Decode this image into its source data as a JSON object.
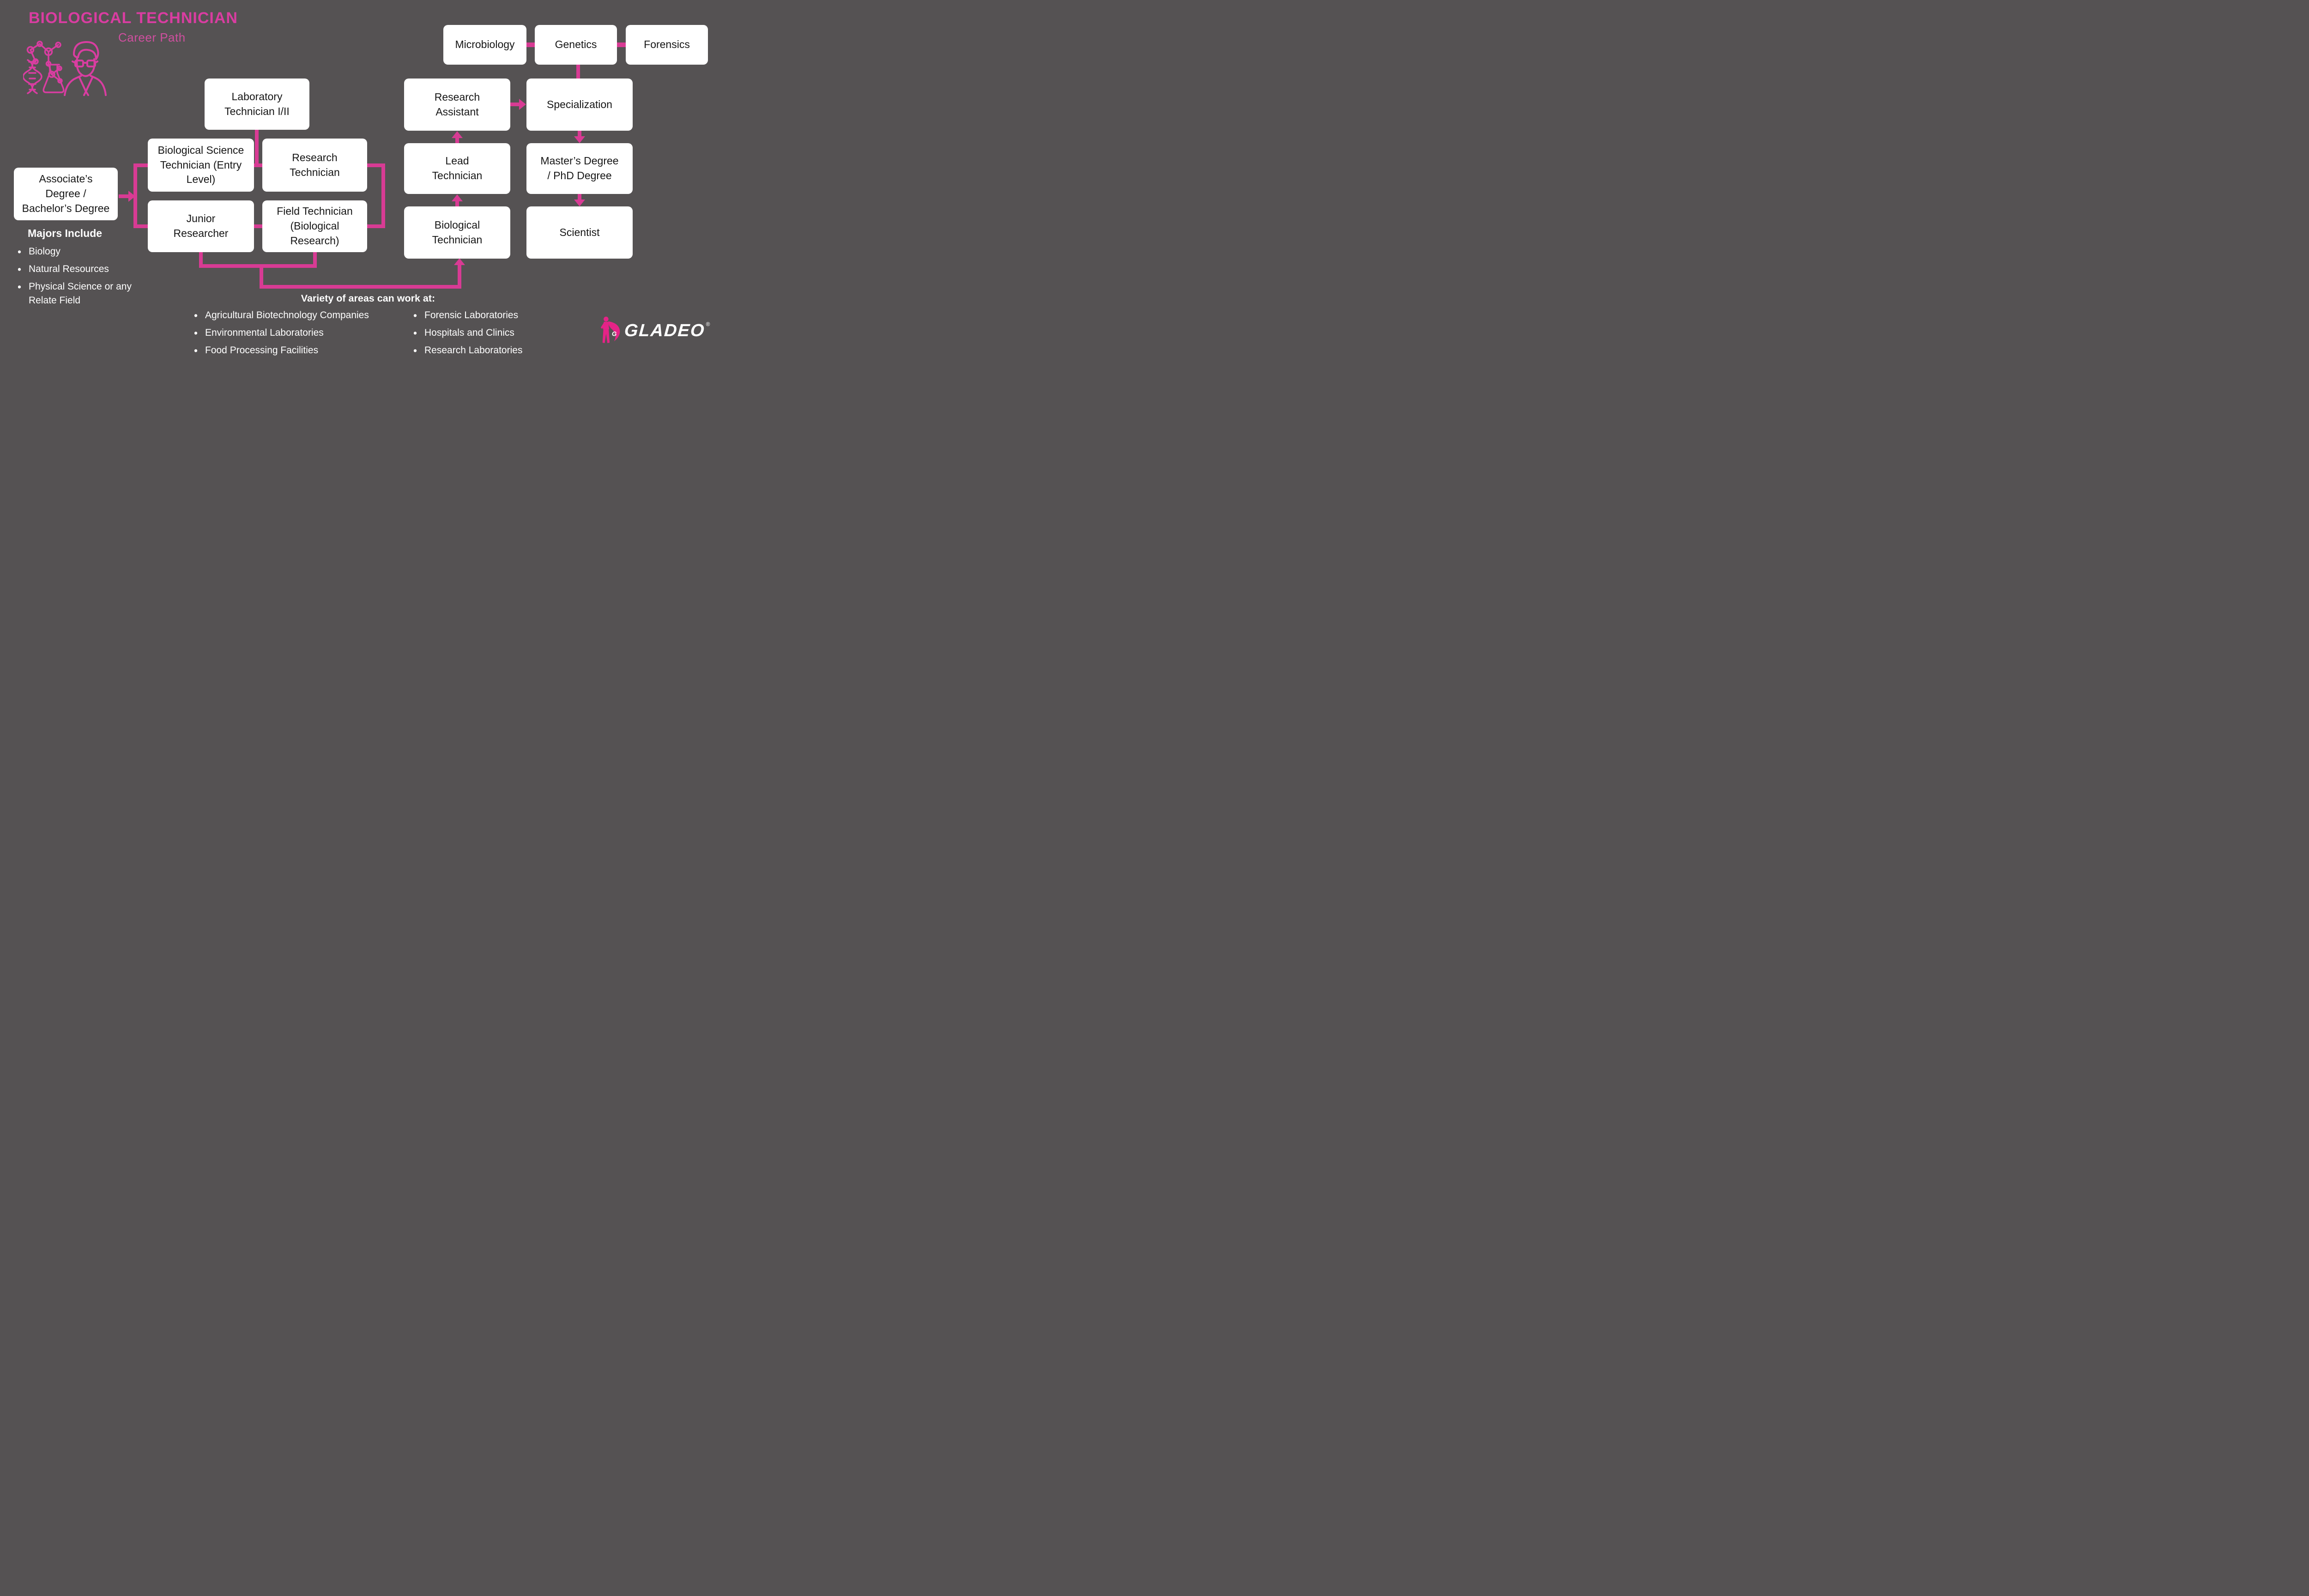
{
  "colors": {
    "background": "#555253",
    "accent_pink": "#d83b94",
    "title_pink": "#d93da1",
    "subtitle_pink": "#cf4f9f",
    "mascot_pink": "#e52387",
    "box_bg": "#ffffff",
    "box_text": "#161616",
    "light_text": "#ffffff"
  },
  "header": {
    "title": "BIOLOGICAL TECHNICIAN",
    "subtitle": "Career Path",
    "illustration": "scientist-with-molecule-dna-and-flask-icon"
  },
  "top_row": {
    "microbiology": "Microbiology",
    "genetics": "Genetics",
    "forensics": "Forensics"
  },
  "nodes": {
    "associates": "Associate’s\nDegree /\nBachelor’s Degree",
    "lab_tech": "Laboratory\nTechnician I/II",
    "bio_sci_tech": "Biological Science\nTechnician (Entry\nLevel)",
    "research_tech": "Research\nTechnician",
    "junior_researcher": "Junior\nResearcher",
    "field_tech": "Field Technician\n(Biological\nResearch)",
    "research_assistant": "Research\nAssistant",
    "specialization": "Specialization",
    "lead_tech": "Lead\nTechnician",
    "masters": "Master’s Degree\n/ PhD Degree",
    "bio_tech": "Biological\nTechnician",
    "scientist": "Scientist"
  },
  "majors": {
    "heading": "Majors Include",
    "items": [
      "Biology",
      "Natural Resources",
      "Physical Science or any Relate Field"
    ]
  },
  "work_areas": {
    "heading": "Variety of areas can work at:",
    "left_items": [
      "Agricultural Biotechnology Companies",
      "Environmental Laboratories",
      "Food Processing Facilities"
    ],
    "right_items": [
      "Forensic Laboratories",
      "Hospitals and Clinics",
      "Research Laboratories"
    ]
  },
  "branding": {
    "wordmark": "GLADEO",
    "registered_mark": "®",
    "mascot_letter": "G"
  }
}
